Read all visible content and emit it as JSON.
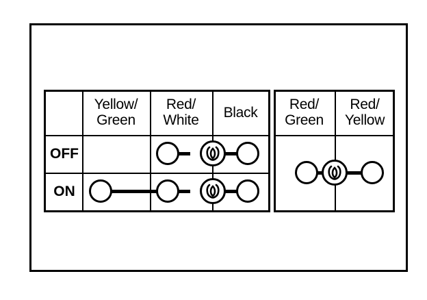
{
  "figure": {
    "kind": "switch-continuity-diagram",
    "line_color": "#000000",
    "background_color": "#ffffff"
  },
  "table": {
    "corner_header": "",
    "column_headers": [
      "Yellow/\nGreen",
      "Red/\nWhite",
      "Black",
      "Red/\nGreen",
      "Red/\nYellow"
    ],
    "column_headers_lines": [
      [
        "Yellow/",
        "Green"
      ],
      [
        "Red/",
        "White"
      ],
      [
        "Black"
      ],
      [
        "Red/",
        "Green"
      ],
      [
        "Red/",
        "Yellow"
      ]
    ],
    "row_labels": [
      "OFF",
      "ON"
    ],
    "groups": [
      {
        "name": "left-group",
        "columns": [
          "Yellow/Green",
          "Red/White",
          "Black"
        ]
      },
      {
        "name": "right-group",
        "columns": [
          "Red/Green",
          "Red/Yellow"
        ]
      }
    ],
    "continuity": {
      "OFF": [
        {
          "from": "Red/White",
          "to": "Black",
          "via": "bulb"
        }
      ],
      "ON": [
        {
          "from": "Yellow/Green",
          "to": "Red/White"
        },
        {
          "from": "Red/White",
          "to": "Black",
          "via": "bulb"
        }
      ],
      "right_group_both_rows": [
        {
          "from": "Red/Green",
          "to": "Red/Yellow",
          "via": "bulb"
        }
      ]
    }
  },
  "symbols": {
    "terminal": "terminal-circle",
    "bulb": "bulb-symbol",
    "wire": "wire-line"
  }
}
